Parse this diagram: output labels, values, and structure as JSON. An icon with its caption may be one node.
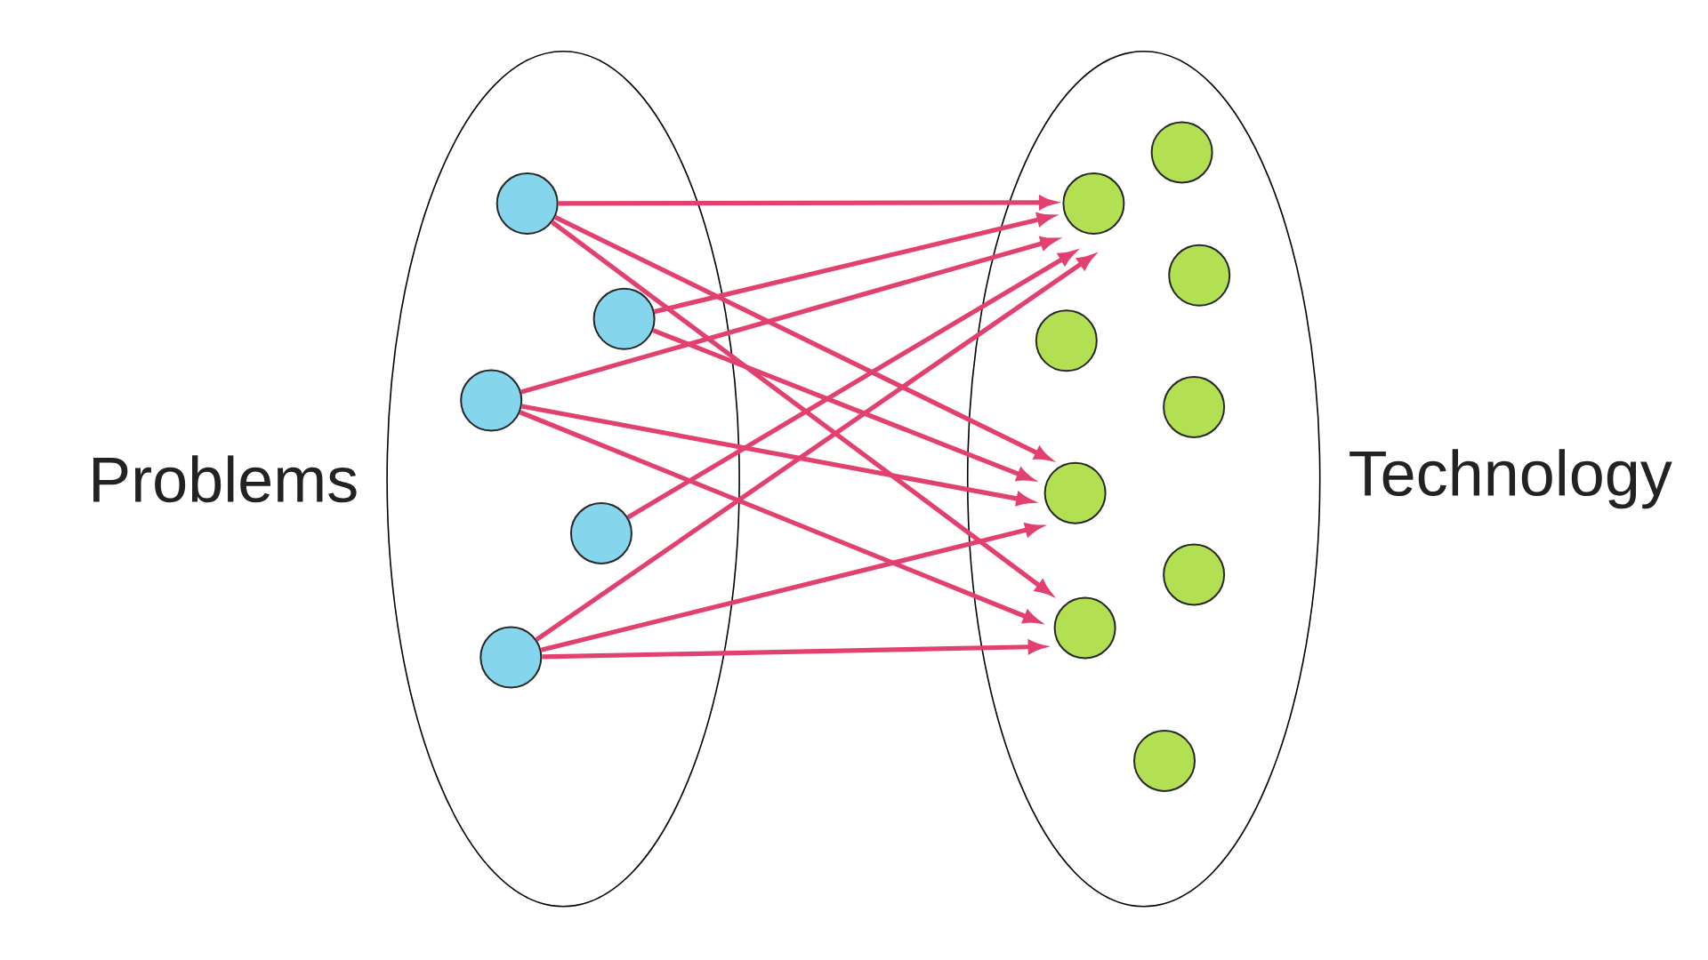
{
  "diagram": {
    "nodes": [
      {
        "text": [
          "Problems"
        ]
      },
      {
        "text": [],
        "shape": "circle",
        "in": 0
      },
      {
        "text": [],
        "shape": "circle",
        "in": 0
      },
      {
        "text": [],
        "shape": "circle",
        "in": 0
      },
      {
        "text": [],
        "shape": "circle",
        "in": 0
      },
      {
        "text": [],
        "shape": "circle",
        "in": 0
      },
      {
        "text": [
          "Technology"
        ]
      },
      {
        "text": [],
        "shape": "circle",
        "in": 6
      },
      {
        "text": [],
        "shape": "circle",
        "in": 6
      },
      {
        "text": [],
        "shape": "circle",
        "in": 6
      },
      {
        "text": [],
        "shape": "circle",
        "in": 6
      },
      {
        "text": [],
        "shape": "circle",
        "in": 6
      },
      {
        "text": [],
        "shape": "circle",
        "in": 6
      },
      {
        "text": [],
        "shape": "circle",
        "in": 6
      },
      {
        "text": [],
        "shape": "circle",
        "in": 6
      },
      {
        "text": [],
        "shape": "circle",
        "in": 6
      }
    ],
    "edges": [
      {
        "from": 1,
        "to": 8,
        "arrow": "to"
      },
      {
        "from": 1,
        "to": 12,
        "arrow": "to"
      },
      {
        "from": 1,
        "to": 14,
        "arrow": "to"
      },
      {
        "from": 2,
        "to": 8,
        "arrow": "to"
      },
      {
        "from": 2,
        "to": 12,
        "arrow": "to"
      },
      {
        "from": 3,
        "to": 8,
        "arrow": "to"
      },
      {
        "from": 3,
        "to": 12,
        "arrow": "to"
      },
      {
        "from": 3,
        "to": 14,
        "arrow": "to"
      },
      {
        "from": 4,
        "to": 8,
        "arrow": "to"
      },
      {
        "from": 5,
        "to": 8,
        "arrow": "to"
      },
      {
        "from": 5,
        "to": 12,
        "arrow": "to"
      },
      {
        "from": 5,
        "to": 14,
        "arrow": "to"
      }
    ]
  }
}
